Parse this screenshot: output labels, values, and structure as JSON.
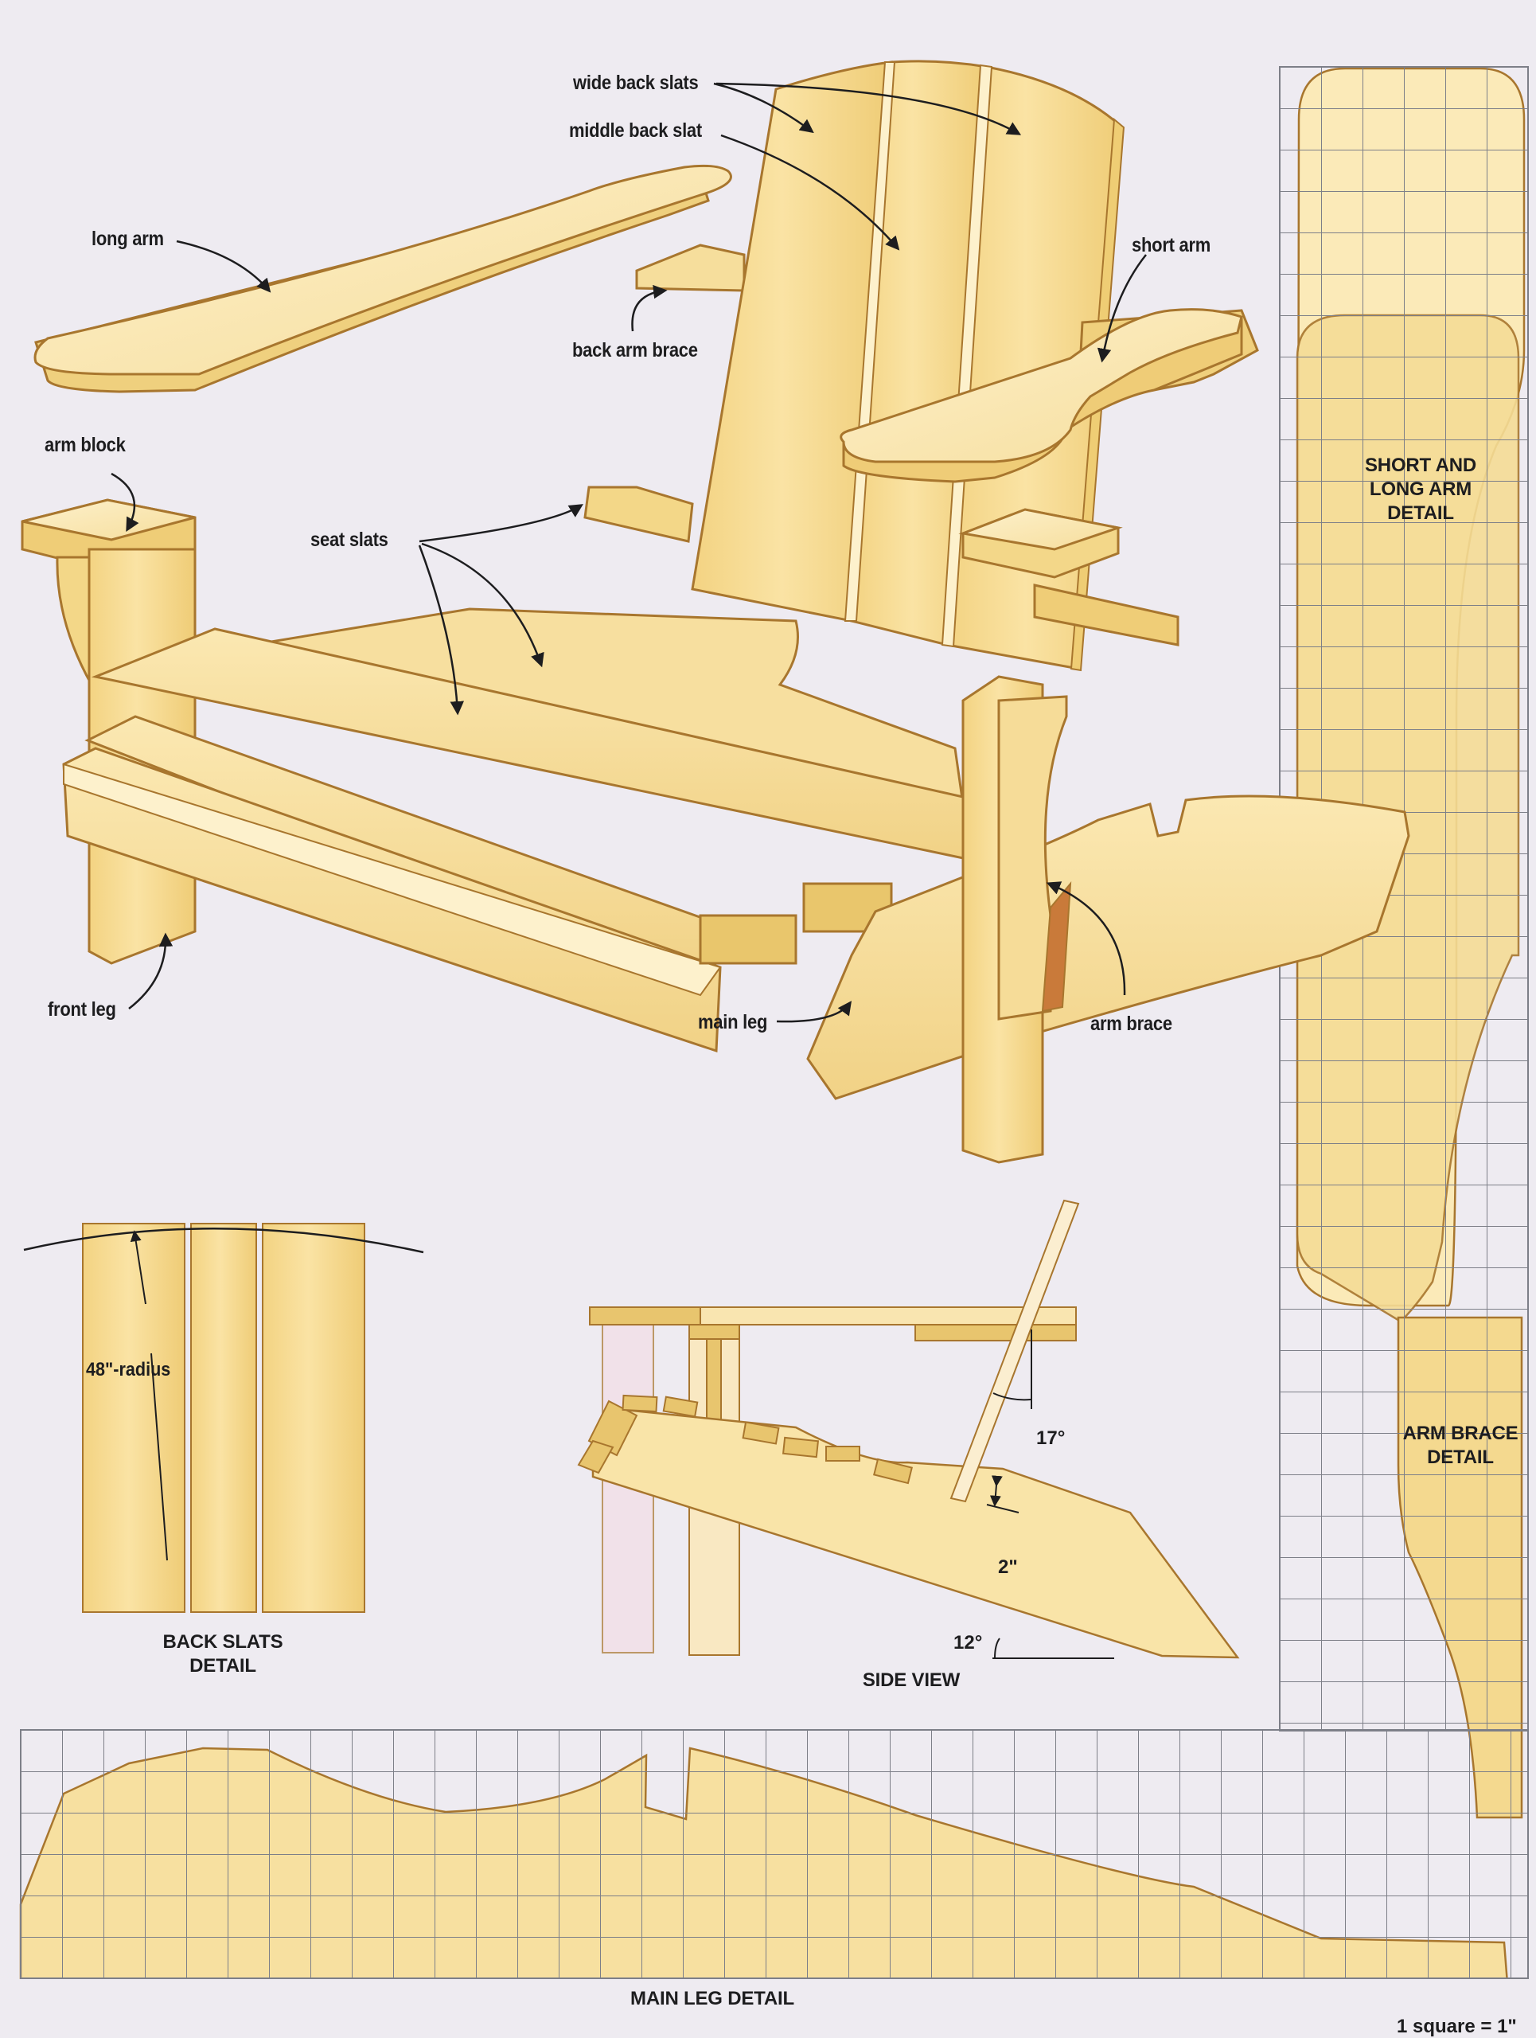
{
  "title": "Adirondack chair exploded view and patterns",
  "colors": {
    "background": "#eeebf1",
    "wood_light": "#fbe9b4",
    "wood_mid": "#f4d88a",
    "wood_dark": "#e6bf63",
    "edge": "#a8762e",
    "grid_line": "#7d7f88",
    "text": "#1d1d1f"
  },
  "exploded_view": {
    "labels": {
      "wide_back_slats": "wide back slats",
      "middle_back_slat": "middle back slat",
      "long_arm": "long arm",
      "short_arm": "short arm",
      "back_arm_brace": "back arm brace",
      "arm_block": "arm block",
      "seat_slats": "seat slats",
      "front_leg": "front leg",
      "main_leg": "main leg",
      "arm_brace": "arm brace"
    }
  },
  "back_slats_detail": {
    "caption": "BACK SLATS DETAIL",
    "radius_label": "48\"-radius"
  },
  "side_view": {
    "caption": "SIDE VIEW",
    "back_angle": "17°",
    "seat_angle": "12°",
    "offset": "2\""
  },
  "arm_detail": {
    "caption": "SHORT AND\nLONG ARM\nDETAIL"
  },
  "arm_brace_detail": {
    "caption": "ARM BRACE\nDETAIL"
  },
  "main_leg_detail": {
    "caption": "MAIN LEG DETAIL"
  },
  "scale": {
    "label": "1 square = 1\"",
    "square_size_in": 1
  }
}
